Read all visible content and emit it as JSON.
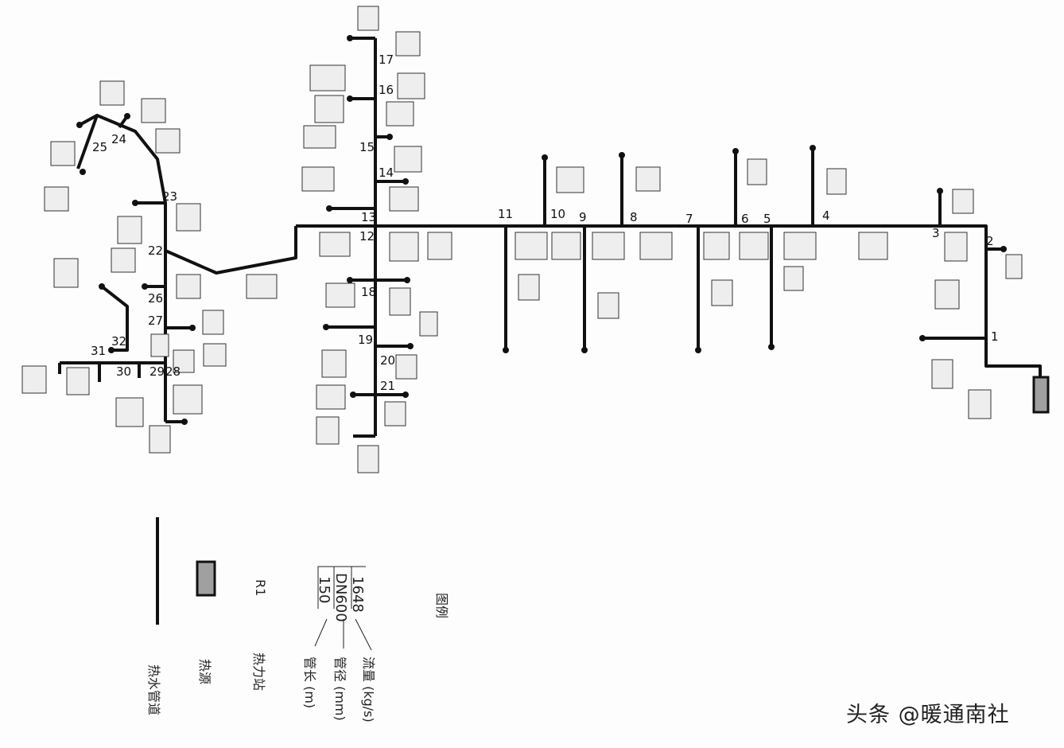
{
  "nodes": [
    "1",
    "2",
    "3",
    "4",
    "5",
    "6",
    "7",
    "8",
    "9",
    "10",
    "11",
    "12",
    "13",
    "14",
    "15",
    "16",
    "17",
    "18",
    "19",
    "20",
    "21",
    "22",
    "23",
    "24",
    "25",
    "26",
    "27",
    "28",
    "29",
    "30",
    "31",
    "32"
  ],
  "legend": {
    "title": "图例",
    "pipe_label": "热水管道",
    "source_label": "热源",
    "station_code": "R1",
    "station_label": "热力站",
    "sample_flow": "1648",
    "sample_dn": "DN600",
    "sample_length": "150",
    "flow_label": "流量 (kg/s)",
    "dn_label": "管径 (mm)",
    "length_label": "管长 (m)"
  },
  "watermark": "头条 @暖通南社",
  "colors": {
    "pipe": "#111111",
    "source_fill": "#a0a0a0"
  }
}
